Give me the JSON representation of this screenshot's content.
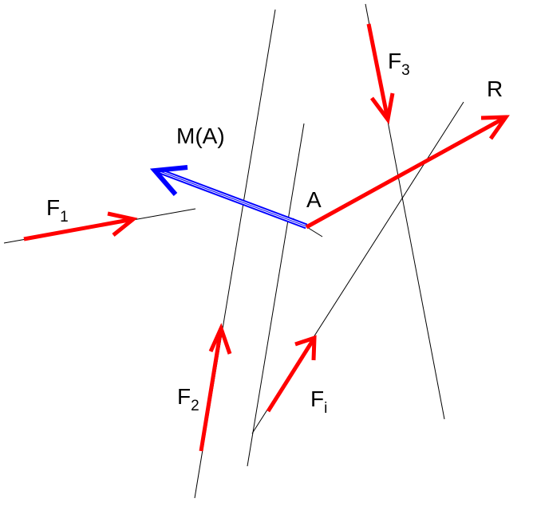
{
  "colors": {
    "force": "#ff0000",
    "moment": "#0000ff",
    "line": "#000000"
  },
  "labels": {
    "f1": {
      "main": "F",
      "sub": "1"
    },
    "f2": {
      "main": "F",
      "sub": "2"
    },
    "f3": {
      "main": "F",
      "sub": "3"
    },
    "fi": {
      "main": "F",
      "sub": "i"
    },
    "resultant": "R",
    "point": "A",
    "moment": "M(A)"
  }
}
